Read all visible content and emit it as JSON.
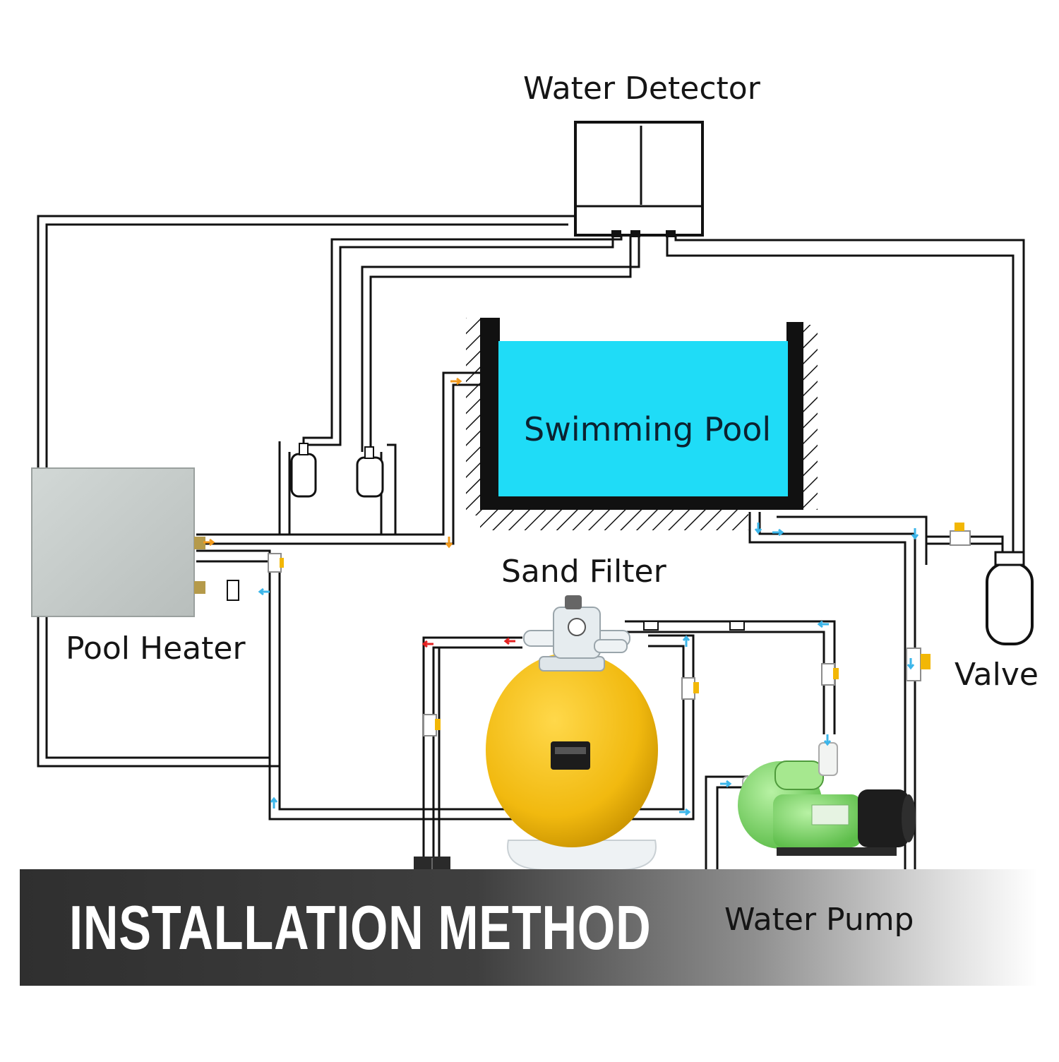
{
  "labels": {
    "water_detector": "Water Detector",
    "swimming_pool": "Swimming Pool",
    "sand_filter": "Sand Filter",
    "pool_heater": "Pool Heater",
    "valve": "Valve",
    "water_pump": "Water Pump"
  },
  "banner": {
    "title": "INSTALLATION METHOD"
  },
  "colors": {
    "pool_water": "#1fdcf7",
    "pipe_line": "#111111",
    "filter_tank": "#f4c21c",
    "pump_body": "#8fe07a",
    "heater_box": "#c9cfcd",
    "flow_hot": "#e32222",
    "flow_cold": "#3bb6ea",
    "flow_warm": "#f39a1c",
    "valve_handle": "#f2b705"
  }
}
